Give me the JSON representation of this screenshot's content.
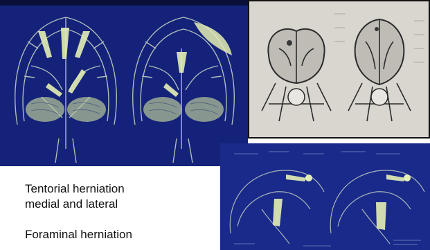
{
  "captions": {
    "line1": "Tentorial herniation",
    "line2": "medial and lateral",
    "line3": "Foraminal herniation"
  },
  "colors": {
    "drawing_background": "#14227a",
    "line_art": "#c9d8c4",
    "highlight": "#e4efb4",
    "axial_background": "#d9d6cf",
    "axial_ink": "#2a2a2a"
  }
}
